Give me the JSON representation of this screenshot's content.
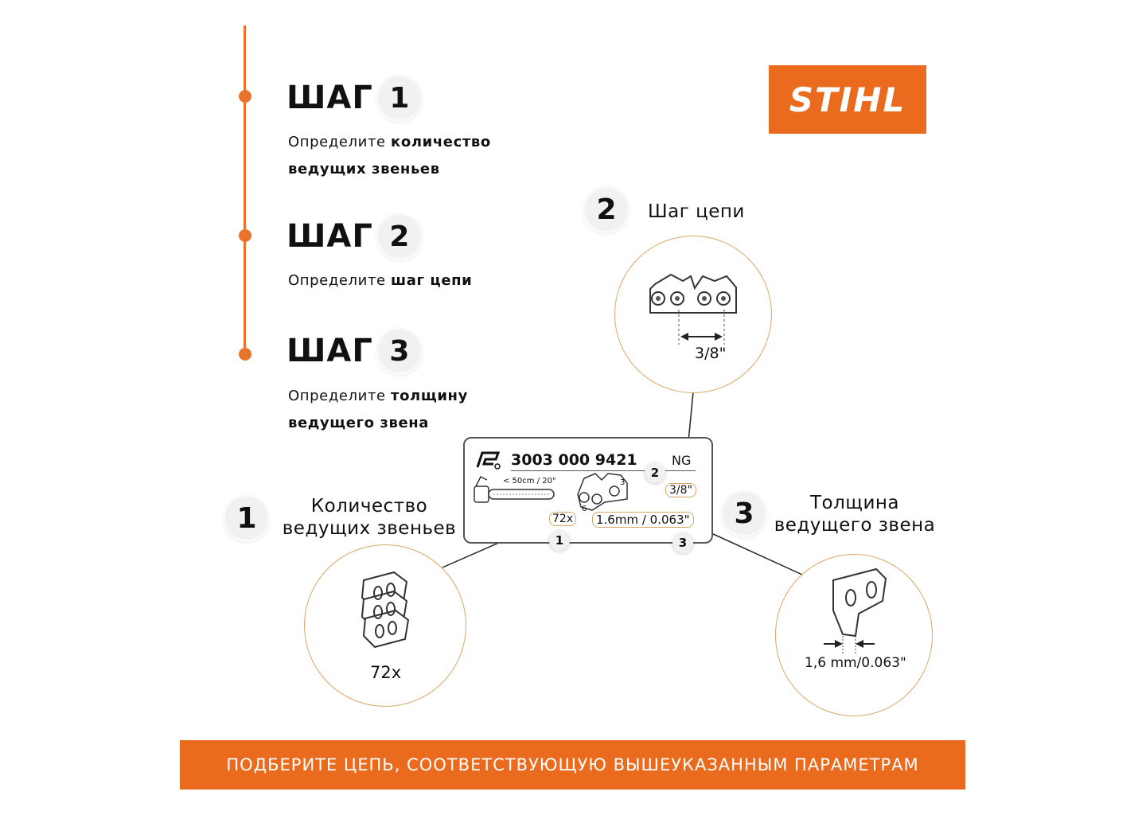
{
  "steps": [
    {
      "title": "ШАГ",
      "num": "1",
      "desc_plain": "Определите ",
      "desc_bold1": "количество",
      "desc_bold2": "ведущих звеньев"
    },
    {
      "title": "ШАГ",
      "num": "2",
      "desc_plain": "Определите ",
      "desc_bold1": "шаг цепи",
      "desc_bold2": ""
    },
    {
      "title": "ШАГ",
      "num": "3",
      "desc_plain": "Определите ",
      "desc_bold1": "толщину",
      "desc_bold2": "ведущего звена"
    }
  ],
  "logo": {
    "text": "STIHL"
  },
  "labels": {
    "pitch": {
      "num": "2",
      "text": "Шаг цепи"
    },
    "count": {
      "num": "1",
      "line1": "Количество",
      "line2": "ведущих звеньев"
    },
    "gauge": {
      "num": "3",
      "line1": "Толщина",
      "line2": "ведущего звена"
    }
  },
  "circles": {
    "pitch_value": "3/8\"",
    "count_value": "72x",
    "gauge_value": "1,6 mm/0.063\""
  },
  "plate": {
    "part_number": "3003 000 9421",
    "type": "NG",
    "bar_length": "< 50cm / 20\"",
    "pitch": "3/8\"",
    "count": "72x",
    "gauge": "1.6mm / 0.063\"",
    "marker_1": "1",
    "marker_2": "2",
    "marker_3": "3",
    "small_3": "3",
    "small_6": "6"
  },
  "bottom_bar": {
    "text": "ПОДБЕРИТЕ ЦЕПЬ, СООТВЕТСТВУЮЩУЮ ВЫШЕУКАЗАННЫМ ПАРАМЕТРАМ"
  },
  "colors": {
    "accent": "#ea6b1d",
    "timeline": "#e8732a",
    "circle_border": "#d9a765"
  }
}
